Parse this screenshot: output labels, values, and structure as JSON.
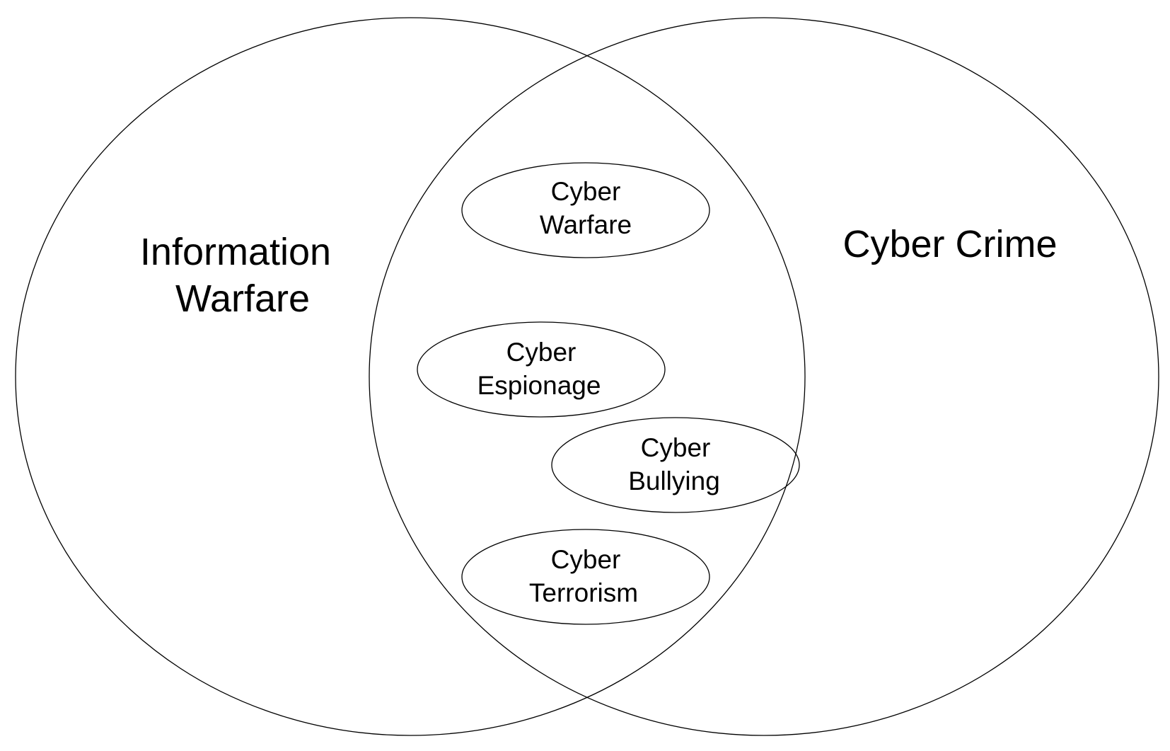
{
  "diagram": {
    "type": "venn",
    "sets": [
      {
        "label_line1": "Information",
        "label_line2": "Warfare"
      },
      {
        "label_line1": "Cyber Crime"
      }
    ],
    "intersection_items": [
      {
        "line1": "Cyber",
        "line2": "Warfare"
      },
      {
        "line1": "Cyber",
        "line2": "Espionage"
      },
      {
        "line1": "Cyber",
        "line2": "Bullying"
      },
      {
        "line1": "Cyber",
        "line2": "Terrorism"
      }
    ],
    "colors": {
      "stroke": "#000000",
      "background": "#ffffff",
      "text": "#000000"
    }
  }
}
